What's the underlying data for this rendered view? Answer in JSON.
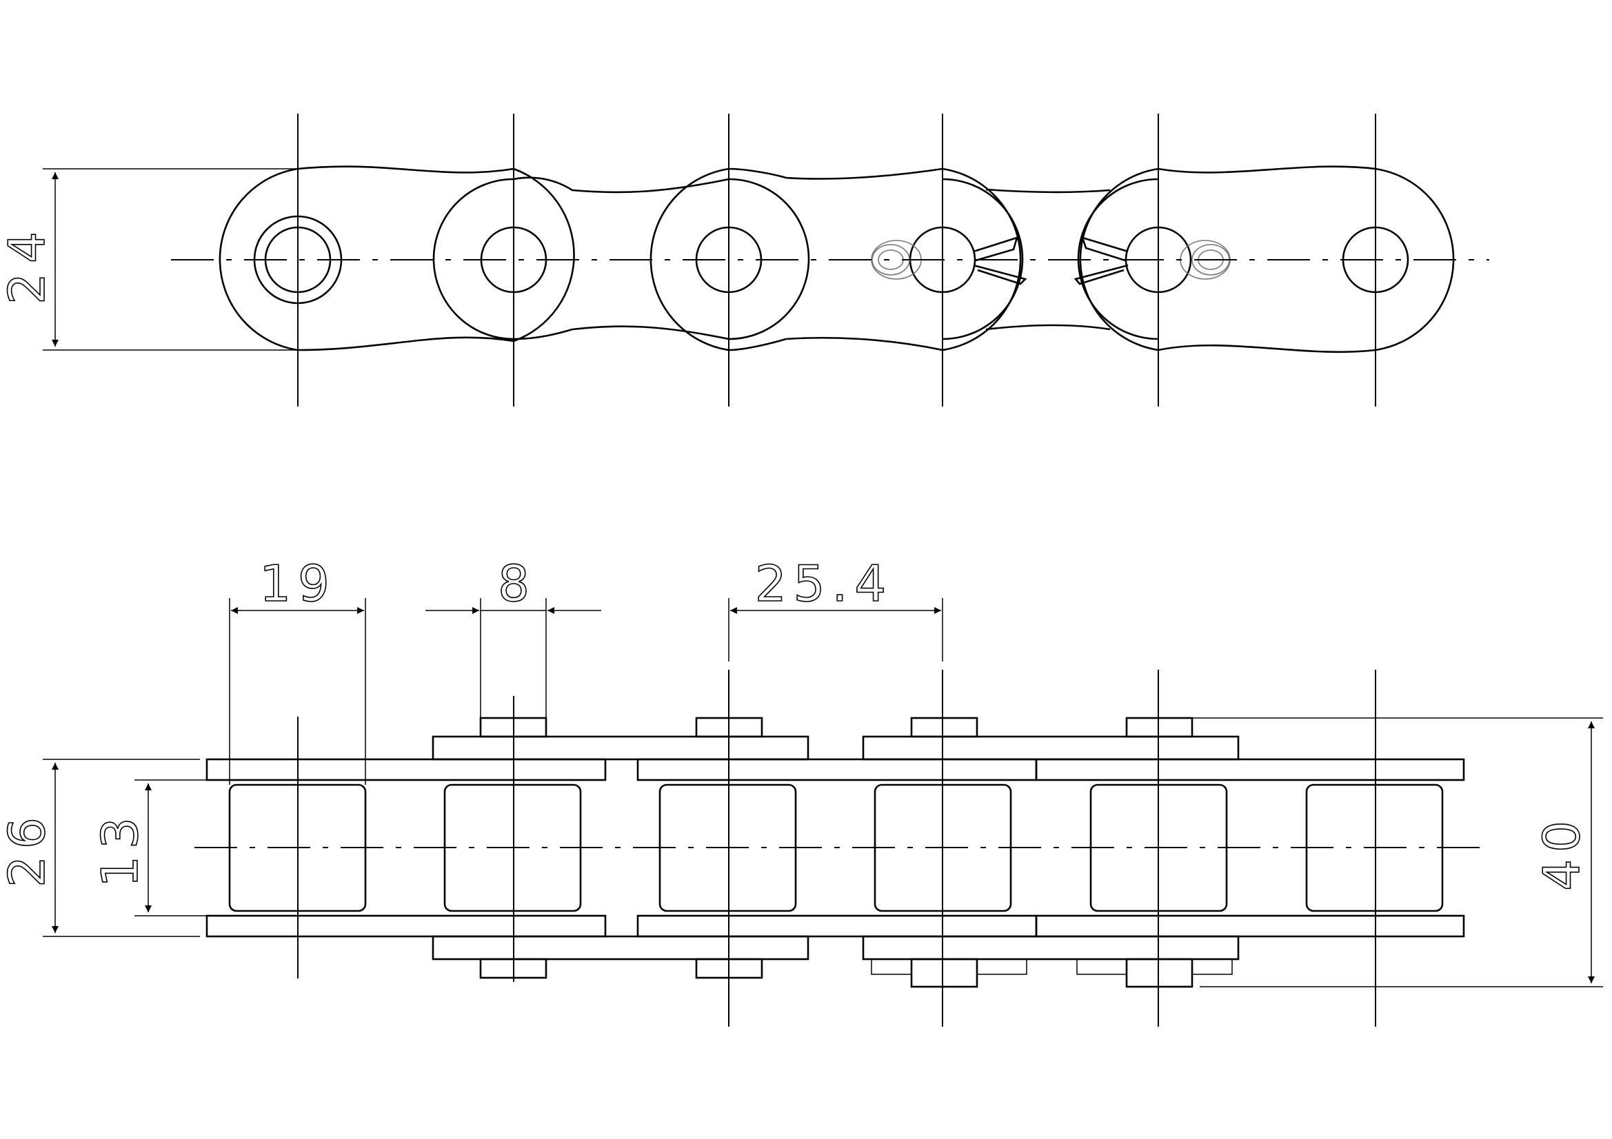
{
  "drawing": {
    "title": "",
    "subject": "roller chain",
    "colors": {
      "line": "#000000",
      "background": "#ffffff",
      "secondary": "#777777"
    }
  },
  "dimensions": {
    "plate_height": "24",
    "roller_length": "19",
    "pin_diameter": "8",
    "pitch": "25.4",
    "outer_width": "26",
    "inner_width": "13",
    "overall_width": "40"
  }
}
